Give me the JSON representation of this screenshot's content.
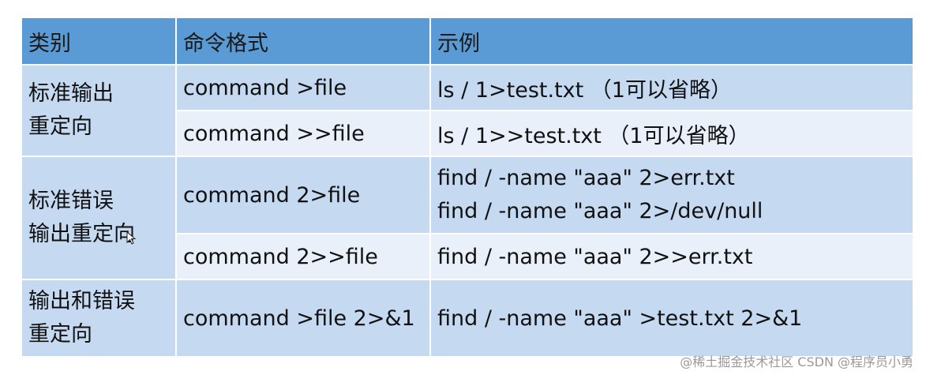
{
  "headers": [
    "类别",
    "命令格式",
    "示例"
  ],
  "categories": {
    "stdout": [
      "标准输出",
      "重定向"
    ],
    "stderr": [
      "标准错误",
      "输出重定向"
    ],
    "both": [
      "输出和错误",
      "重定向"
    ]
  },
  "rows": [
    {
      "command": "command >file",
      "examples": [
        "ls / 1>test.txt （1可以省略）"
      ]
    },
    {
      "command": "command >>file",
      "examples": [
        "ls / 1>>test.txt （1可以省略）"
      ]
    },
    {
      "command": "command 2>file",
      "examples": [
        "find / -name \"aaa\"  2>err.txt",
        "find / -name \"aaa\" 2>/dev/null"
      ]
    },
    {
      "command": "command 2>>file",
      "examples": [
        "find / -name \"aaa\"  2>>err.txt"
      ]
    },
    {
      "command": "command >file 2>&1",
      "examples": [
        "find / -name \"aaa\" >test.txt 2>&1"
      ]
    }
  ],
  "watermark": "@稀土掘金技术社区 CSDN @程序员小勇",
  "colors": {
    "header": "#5b9bd5",
    "row_dark": "#c5d9f1",
    "row_light": "#e9f0fa"
  }
}
